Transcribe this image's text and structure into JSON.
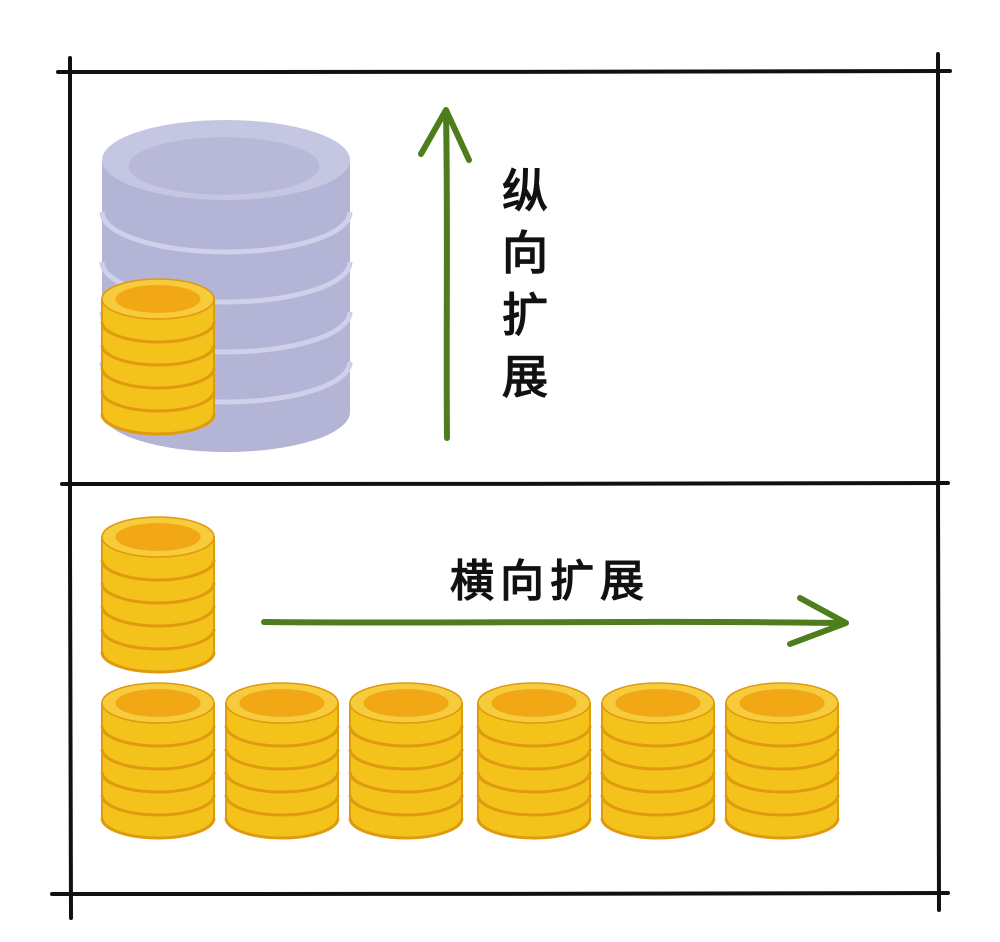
{
  "labels": {
    "vertical_chars": [
      "纵",
      "向",
      "扩",
      "展"
    ],
    "horizontal": "横向扩展"
  },
  "colors": {
    "arrow": "#4e7d1c",
    "frame": "#111111",
    "server_top": "#c5c6e2",
    "server_body": "#b3b4d6",
    "server_rim": "#cfd0ea",
    "coin_top": "#f6cc3d",
    "coin_center": "#f1a814",
    "coin_side": "#f3c21b",
    "coin_edge": "#e09a0f"
  },
  "icons": {
    "server": "database-cylinder-icon",
    "coin_stack": "coin-stack-icon",
    "arrow_up": "arrow-up-icon",
    "arrow_right": "arrow-right-icon"
  },
  "scaling": {
    "vertical": {
      "servers": 1,
      "coin_stacks_on_server": 1
    },
    "horizontal": {
      "coin_stacks": 7
    }
  }
}
